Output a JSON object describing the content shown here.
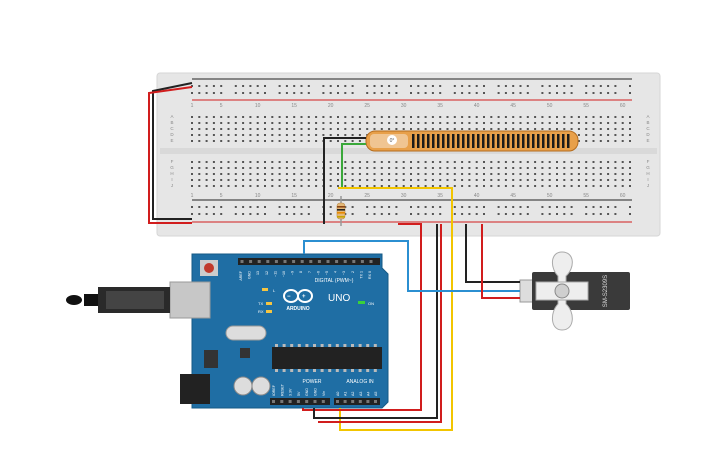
{
  "breadboard": {
    "column_numbers": [
      "1",
      "5",
      "10",
      "15",
      "20",
      "25",
      "30",
      "35",
      "40",
      "45",
      "50",
      "55",
      "60"
    ],
    "row_letters_top": [
      "A",
      "B",
      "C",
      "D",
      "E"
    ],
    "row_letters_bottom": [
      "F",
      "G",
      "H",
      "I",
      "J"
    ],
    "body_color": "#e6e6e6"
  },
  "flex_sensor": {
    "angle_label": "0°",
    "body_color": "#e8a04a"
  },
  "arduino": {
    "board_name": "UNO",
    "brand": "ARDUINO",
    "on_label": "ON",
    "l_label": "L",
    "tx_label": "TX",
    "rx_label": "RX",
    "digital_label": "DIGITAL (PWM~)",
    "power_label": "POWER",
    "analog_label": "ANALOG IN",
    "top_pin_labels": [
      "AREF",
      "GND",
      "13",
      "12",
      "~11",
      "~10",
      "~9",
      "8",
      "7",
      "~6",
      "~5",
      "4",
      "~3",
      "2",
      "TX 1",
      "RX 0"
    ],
    "power_pin_labels": [
      "IOREF",
      "RESET",
      "3.3V",
      "5V",
      "GND",
      "GND",
      "Vin"
    ],
    "analog_pin_labels": [
      "A0",
      "A1",
      "A2",
      "A3",
      "A4",
      "A5"
    ],
    "board_color": "#1f6ea4"
  },
  "servo": {
    "model": "SM-S2309S",
    "body_color": "#3a3a3a"
  },
  "colors": {
    "wire_red": "#d11d1d",
    "wire_black": "#222222",
    "wire_blue": "#2b8fd1",
    "wire_yellow": "#f2c500",
    "wire_green": "#3aa83a"
  }
}
